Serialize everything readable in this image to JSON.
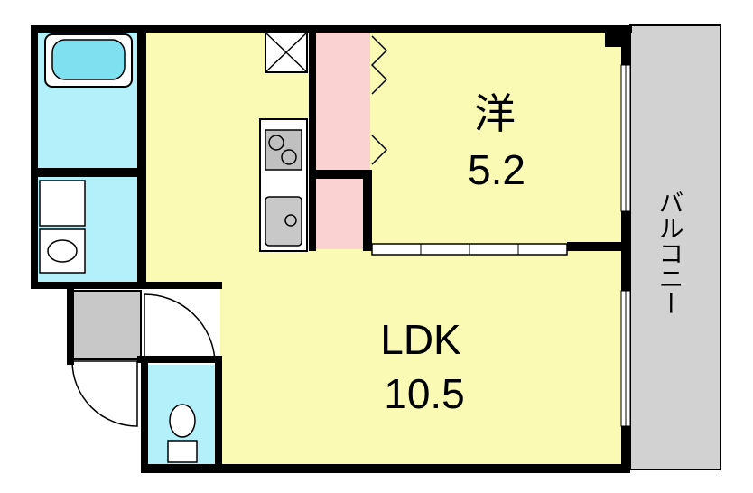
{
  "rooms": {
    "western": {
      "name": "洋",
      "size": "5.2"
    },
    "ldk": {
      "name": "LDK",
      "size": "10.5"
    },
    "balcony": {
      "name": "バルコニー"
    }
  },
  "colors": {
    "room": "#fafab4",
    "water": "#b4f0fa",
    "closet": "#fad2d2",
    "balcony": "#d2d2d2",
    "entrance": "#c8c8c8",
    "wall": "#000000"
  }
}
